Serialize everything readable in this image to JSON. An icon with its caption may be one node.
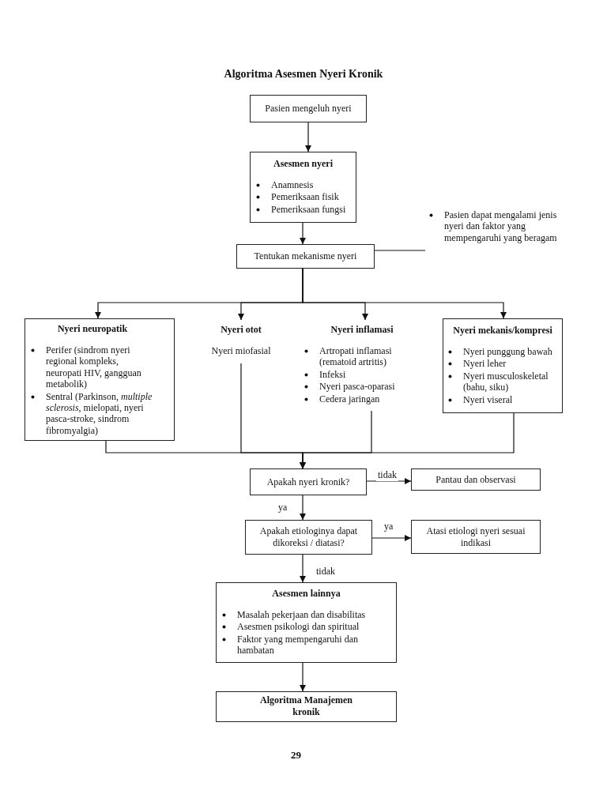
{
  "diagram": {
    "title": "Algoritma Asesmen Nyeri Kronik",
    "nodes": [
      {
        "text": [
          "Pasien mengeluh nyeri"
        ]
      },
      {
        "text": [
          "Asesmen nyeri",
          "Anamnesis",
          "Pemeriksaan fisik",
          "Pemeriksaan fungsi"
        ]
      },
      {
        "text": [
          "Tentukan mekanisme nyeri"
        ]
      },
      {
        "text": [
          "Pasien dapat mengalami jenis nyeri dan faktor yang mempengaruhi yang beragam"
        ]
      },
      {
        "text": [
          "Nyeri neuropatik",
          "Perifer (sindrom nyeri regional kompleks, neuropati HIV, gangguan metabolik)",
          "Sentral (Parkinson, *multiple sclerosis*, mielopati, nyeri pasca-stroke, sindrom fibromyalgia)"
        ]
      },
      {
        "text": [
          "Nyeri otot",
          "Nyeri miofasial"
        ]
      },
      {
        "text": [
          "Nyeri inflamasi",
          "Artropati inflamasi (rematoid artritis)",
          "Infeksi",
          "Nyeri pasca-oparasi",
          "Cedera jaringan"
        ]
      },
      {
        "text": [
          "Nyeri mekanis/kompresi",
          "Nyeri punggung bawah",
          "Nyeri leher",
          "Nyeri musculoskeletal (bahu, siku)",
          "Nyeri viseral"
        ]
      },
      {
        "text": [
          "Apakah nyeri kronik?"
        ]
      },
      {
        "text": [
          "Pantau dan observasi"
        ]
      },
      {
        "text": [
          "Apakah etiologinya dapat dikoreksi / diatasi?"
        ]
      },
      {
        "text": [
          "Atasi etiologi nyeri sesuai indikasi"
        ]
      },
      {
        "text": [
          "Asesmen lainnya",
          "Masalah pekerjaan dan disabilitas",
          "Asesmen psikologi dan spiritual",
          "Faktor yang mempengaruhi dan hambatan"
        ]
      },
      {
        "text": [
          "Algoritma Manajemen kronik"
        ]
      }
    ],
    "edges": [
      {
        "from": 0,
        "to": 1,
        "arrow": "to"
      },
      {
        "from": 1,
        "to": 2,
        "arrow": "to"
      },
      {
        "from": 2,
        "to": 3,
        "arrow": "none"
      },
      {
        "from": 2,
        "to": 4,
        "arrow": "to"
      },
      {
        "from": 2,
        "to": 5,
        "arrow": "to"
      },
      {
        "from": 2,
        "to": 6,
        "arrow": "to"
      },
      {
        "from": 2,
        "to": 7,
        "arrow": "to"
      },
      {
        "from": 4,
        "to": 8,
        "arrow": "to"
      },
      {
        "from": 5,
        "to": 8,
        "arrow": "to"
      },
      {
        "from": 6,
        "to": 8,
        "arrow": "to"
      },
      {
        "from": 7,
        "to": 8,
        "arrow": "to"
      },
      {
        "from": 8,
        "to": 9,
        "arrow": "to",
        "label": "tidak"
      },
      {
        "from": 8,
        "to": 10,
        "arrow": "to",
        "label": "ya"
      },
      {
        "from": 10,
        "to": 11,
        "arrow": "to",
        "label": "ya"
      },
      {
        "from": 10,
        "to": 12,
        "arrow": "to",
        "label": "tidak"
      },
      {
        "from": 12,
        "to": 13,
        "arrow": "to"
      }
    ],
    "labels": [
      "29"
    ]
  }
}
